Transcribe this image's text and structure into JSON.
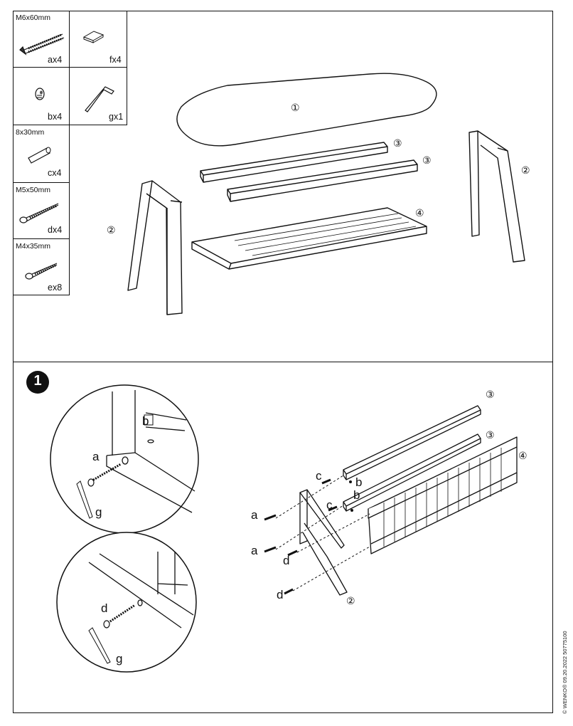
{
  "hardware": [
    {
      "id": "a",
      "size": "M6x60mm",
      "qty": "ax4",
      "icon": "bolt-icon"
    },
    {
      "id": "f",
      "size": "",
      "qty": "fx4",
      "icon": "shim-icon"
    },
    {
      "id": "b",
      "size": "",
      "qty": "bx4",
      "icon": "barrel-nut-icon"
    },
    {
      "id": "g",
      "size": "",
      "qty": "gx1",
      "icon": "allen-key-icon"
    },
    {
      "id": "c",
      "size": "8x30mm",
      "qty": "cx4",
      "icon": "dowel-icon"
    },
    {
      "id": "d",
      "size": "M5x50mm",
      "qty": "dx4",
      "icon": "screw-icon"
    },
    {
      "id": "e",
      "size": "M4x35mm",
      "qty": "ex8",
      "icon": "screw-icon"
    }
  ],
  "parts": {
    "top": "①",
    "leg": "②",
    "rail": "③",
    "shelf": "④"
  },
  "step": {
    "number": "1"
  },
  "letters": {
    "a": "a",
    "b": "b",
    "c": "c",
    "d": "d",
    "g": "g"
  },
  "copyright": "© WENKO® 09.20.2022   50775100",
  "colors": {
    "line": "#111111",
    "background": "#ffffff"
  }
}
